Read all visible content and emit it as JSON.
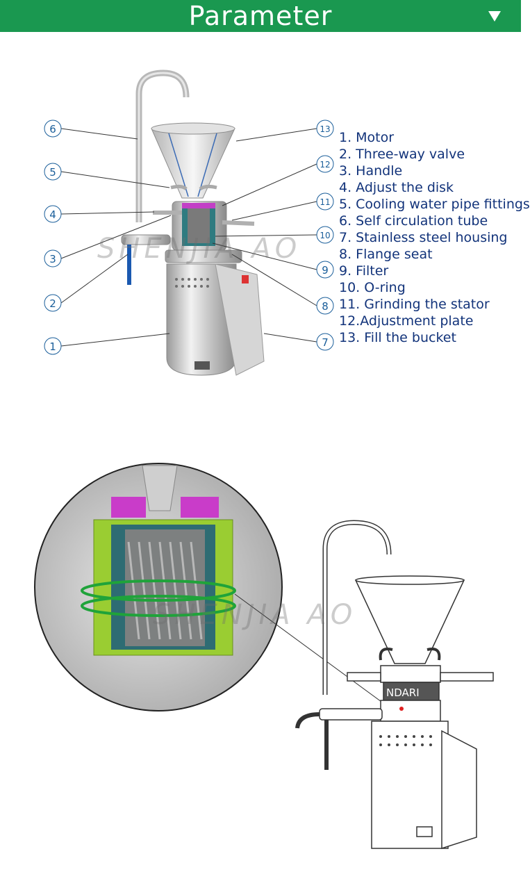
{
  "header": {
    "title": "Parameter",
    "icon": "chevron-down-icon",
    "color": "#1a9850"
  },
  "parts": [
    {
      "label": "1. Motor"
    },
    {
      "label": "2. Three-way valve"
    },
    {
      "label": "3. Handle"
    },
    {
      "label": "4. Adjust the disk"
    },
    {
      "label": "5. Cooling water pipe fittings"
    },
    {
      "label": "6. Self circulation tube"
    },
    {
      "label": "7. Stainless steel housing"
    },
    {
      "label": "8. Flange seat"
    },
    {
      "label": "9. Filter"
    },
    {
      "label": "10. O-ring"
    },
    {
      "label": "11. Grinding the stator"
    },
    {
      "label": "12.Adjustment plate"
    },
    {
      "label": "13. Fill the bucket"
    }
  ],
  "callouts": [
    "6",
    "5",
    "4",
    "3",
    "2",
    "1",
    "13",
    "12",
    "11",
    "10",
    "9",
    "8",
    "7"
  ],
  "watermark": {
    "top": "SHENJIA AO",
    "bottom": "SHENJIA AO"
  },
  "nameplate": "NDARI",
  "colors": {
    "label_text": "#12337a",
    "callout_circle": "#1a5e9a"
  }
}
